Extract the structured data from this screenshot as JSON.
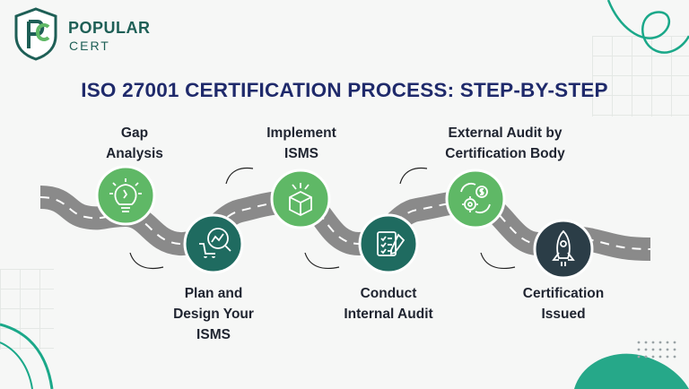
{
  "brand": {
    "name": "POPULAR",
    "sub": "CERT",
    "logo_letters": "PC",
    "primary_color": "#1e5f56",
    "accent_color": "#5fb866"
  },
  "title": "ISO 27001 CERTIFICATION PROCESS: STEP-BY-STEP",
  "colors": {
    "title": "#1f2a6b",
    "road": "#8a8a8a",
    "road_dash": "#ffffff",
    "step_light": "#5fb866",
    "step_dark": "#1f6b60",
    "step_final": "#2b3d47"
  },
  "steps": [
    {
      "lines": [
        "Gap",
        "Analysis"
      ],
      "icon": "lightbulb-gear-icon",
      "color": "#5fb866"
    },
    {
      "lines": [
        "Plan and",
        "Design Your",
        "ISMS"
      ],
      "icon": "cart-trend-chart-icon",
      "color": "#1f6b60"
    },
    {
      "lines": [
        "Implement",
        "ISMS"
      ],
      "icon": "open-box-icon",
      "color": "#5fb866"
    },
    {
      "lines": [
        "Conduct",
        "Internal Audit"
      ],
      "icon": "checklist-clipboard-icon",
      "color": "#1f6b60"
    },
    {
      "lines": [
        "External Audit by",
        "Certification Body"
      ],
      "icon": "gear-dollar-cycle-icon",
      "color": "#5fb866"
    },
    {
      "lines": [
        "Certification",
        "Issued"
      ],
      "icon": "rocket-icon",
      "color": "#2b3d47"
    }
  ]
}
